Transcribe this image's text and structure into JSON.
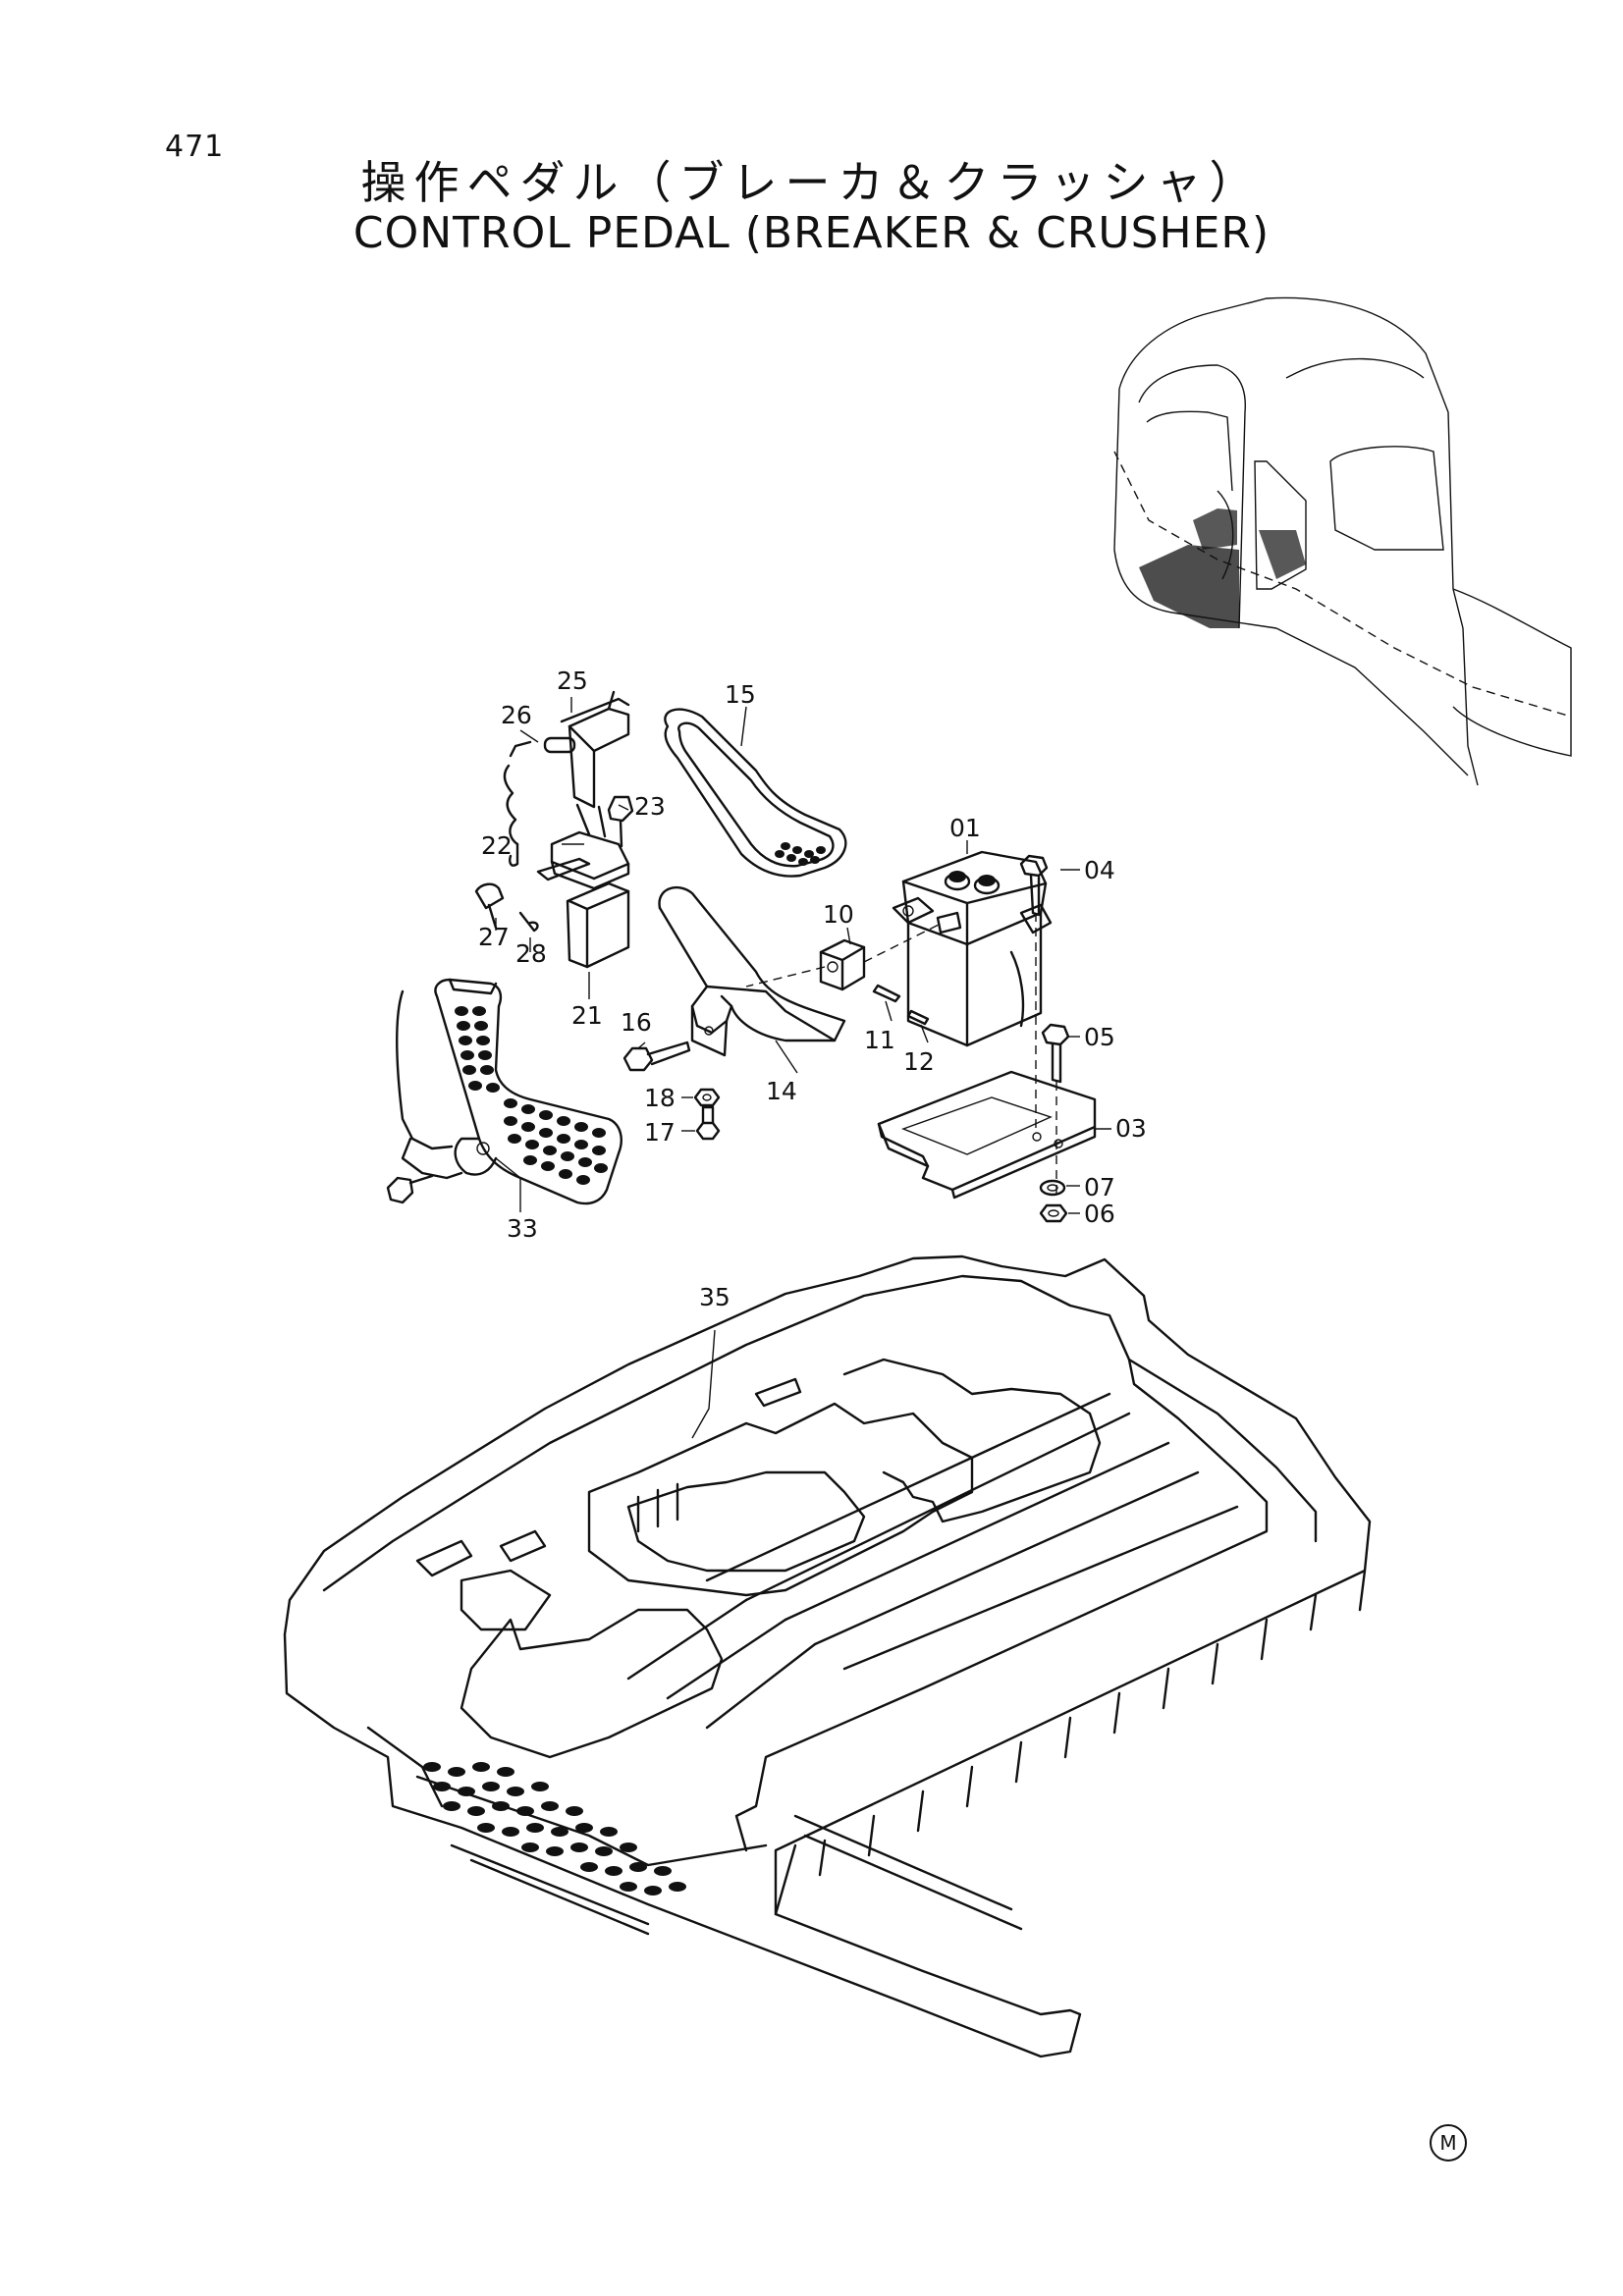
{
  "page": {
    "number": "471"
  },
  "title": {
    "japanese": "操作ペダル（ブレーカ＆クラッシャ）",
    "english": "CONTROL  PEDAL  (BREAKER & CRUSHER)"
  },
  "callouts": {
    "p01": "01",
    "p03": "03",
    "p04": "04",
    "p05": "05",
    "p06": "06",
    "p07": "07",
    "p10": "10",
    "p11": "11",
    "p12": "12",
    "p14": "14",
    "p15": "15",
    "p16": "16",
    "p17": "17",
    "p18": "18",
    "p21": "21",
    "p22": "22",
    "p23": "23",
    "p25": "25",
    "p26": "26",
    "p27": "27",
    "p28": "28",
    "p33": "33",
    "p35": "35"
  },
  "footer": {
    "mark": "M"
  }
}
